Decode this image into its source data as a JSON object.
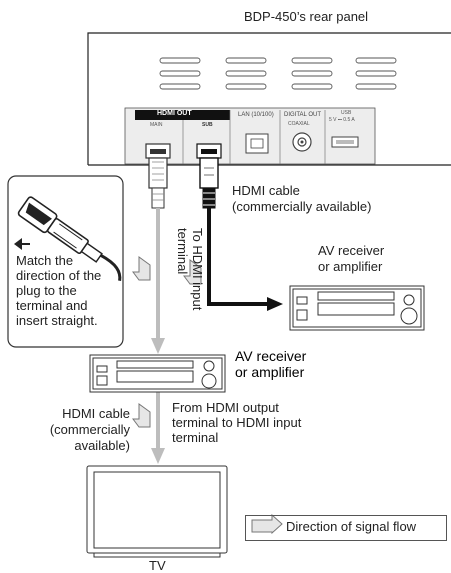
{
  "panel_title": "BDP-450’s rear panel",
  "ports": {
    "hdmi_out_label": "HDMI OUT",
    "main_label": "MAIN",
    "sub_label": "SUB",
    "lan_label": "LAN (10/100)",
    "digital_out_label": "DIGITAL OUT",
    "coaxial_label": "COAXIAL",
    "usb_label": "USB",
    "usb_rating": "5 V ⎓ 0.5 A"
  },
  "plug_note": [
    "Match the",
    "direction of the",
    "plug to the",
    "terminal and",
    "insert straight."
  ],
  "hdmi_cable_right": [
    "HDMI cable",
    "(commercially available)"
  ],
  "to_hdmi_input": [
    "To HDMI input",
    "terminal"
  ],
  "av_receiver_right": [
    "AV receiver",
    "or amplifier"
  ],
  "av_receiver_center": [
    "AV receiver",
    "or amplifier"
  ],
  "hdmi_cable_left": [
    "HDMI cable",
    "(commercially",
    "available)"
  ],
  "from_hdmi_output": [
    "From HDMI output",
    "terminal to HDMI input",
    "terminal"
  ],
  "tv_label": "TV",
  "legend_label": "Direction of signal flow",
  "colors": {
    "gray_cable": "#bdbdbd",
    "black_cable": "#111111",
    "arrow_fill": "#e6e6e6",
    "hdmi_out_band": "#111111"
  }
}
